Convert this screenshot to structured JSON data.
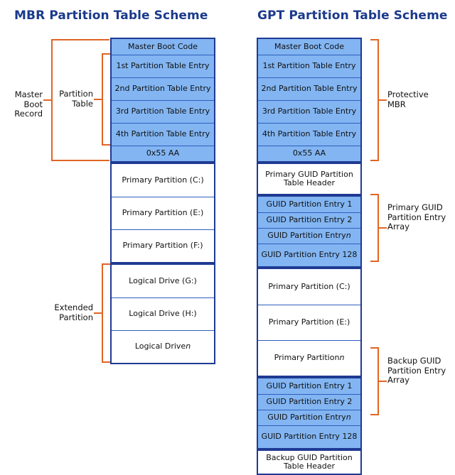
{
  "titles": {
    "mbr": "MBR Partition Table Scheme",
    "gpt": "GPT Partition Table Scheme"
  },
  "colors": {
    "title": "#1b3a8c",
    "box_border": "#1f3a93",
    "row_divider": "#2f5fbe",
    "blue_fill": "#82b5f2",
    "white_fill": "#ffffff",
    "bracket": "#e06524",
    "background": "#ffffff"
  },
  "mbr": {
    "groups": [
      {
        "name": "master-boot-record",
        "rows": [
          {
            "text": "Master Boot Code",
            "fill": "blue"
          },
          {
            "text": "1st Partition Table Entry",
            "fill": "blue"
          },
          {
            "text": "2nd Partition Table Entry",
            "fill": "blue"
          },
          {
            "text": "3rd Partition Table Entry",
            "fill": "blue"
          },
          {
            "text": "4th Partition Table Entry",
            "fill": "blue"
          },
          {
            "text": "0x55 AA",
            "fill": "blue"
          }
        ]
      },
      {
        "name": "primary-partitions",
        "rows": [
          {
            "text": "Primary Partition (C:)",
            "fill": "white"
          },
          {
            "text": "Primary Partition (E:)",
            "fill": "white"
          },
          {
            "text": "Primary Partition (F:)",
            "fill": "white"
          }
        ]
      },
      {
        "name": "extended-partition",
        "rows": [
          {
            "text": "Logical Drive (G:)",
            "fill": "white"
          },
          {
            "text": "Logical Drive (H:)",
            "fill": "white"
          },
          {
            "text": "Logical Drive n",
            "fill": "white",
            "italic_tail": "n"
          }
        ]
      }
    ],
    "brackets": [
      {
        "name": "master-boot-record",
        "label": "Master Boot Record"
      },
      {
        "name": "partition-table",
        "label": "Partition Table"
      },
      {
        "name": "extended-partition",
        "label": "Extended Partition"
      }
    ]
  },
  "gpt": {
    "groups": [
      {
        "name": "protective-mbr",
        "rows": [
          {
            "text": "Master Boot Code",
            "fill": "blue"
          },
          {
            "text": "1st Partition Table Entry",
            "fill": "blue"
          },
          {
            "text": "2nd Partition Table Entry",
            "fill": "blue"
          },
          {
            "text": "3rd Partition Table Entry",
            "fill": "blue"
          },
          {
            "text": "4th Partition Table Entry",
            "fill": "blue"
          },
          {
            "text": "0x55 AA",
            "fill": "blue"
          }
        ]
      },
      {
        "name": "primary-gpt-header",
        "rows": [
          {
            "text": "Primary GUID Partition Table Header",
            "fill": "white"
          }
        ]
      },
      {
        "name": "primary-guid-entry-array",
        "rows": [
          {
            "text": "GUID Partition Entry 1",
            "fill": "blue"
          },
          {
            "text": "GUID Partition Entry 2",
            "fill": "blue"
          },
          {
            "text": "GUID Partition Entry n",
            "fill": "blue",
            "italic_tail": "n"
          },
          {
            "text": "GUID Partition Entry 128",
            "fill": "blue"
          }
        ]
      },
      {
        "name": "gpt-primary-partitions",
        "rows": [
          {
            "text": "Primary Partition (C:)",
            "fill": "white"
          },
          {
            "text": "Primary Partition (E:)",
            "fill": "white"
          },
          {
            "text": "Primary Partition n",
            "fill": "white",
            "italic_tail": "n"
          }
        ]
      },
      {
        "name": "backup-guid-entry-array",
        "rows": [
          {
            "text": "GUID Partition Entry 1",
            "fill": "blue"
          },
          {
            "text": "GUID Partition Entry 2",
            "fill": "blue"
          },
          {
            "text": "GUID Partition Entry n",
            "fill": "blue",
            "italic_tail": "n"
          },
          {
            "text": "GUID Partition Entry 128",
            "fill": "blue"
          }
        ]
      },
      {
        "name": "backup-gpt-header",
        "rows": [
          {
            "text": "Backup GUID Partition Table Header",
            "fill": "white"
          }
        ]
      }
    ],
    "brackets": [
      {
        "name": "protective-mbr",
        "label": "Protective MBR"
      },
      {
        "name": "primary-guid-partition-entry-array",
        "label": "Primary GUID Partition Entry Array"
      },
      {
        "name": "backup-guid-partition-entry-array",
        "label": "Backup GUID Partition Entry Array"
      }
    ]
  }
}
